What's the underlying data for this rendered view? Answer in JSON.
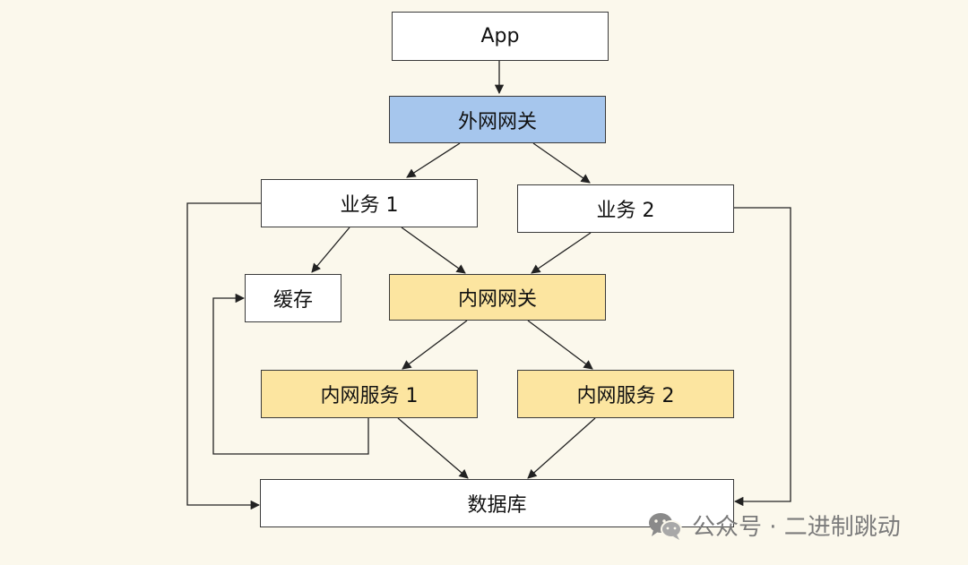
{
  "nodes": {
    "app": "App",
    "external_gateway": "外网网关",
    "service_1": "业务 1",
    "service_2": "业务 2",
    "cache": "缓存",
    "internal_gateway": "内网网关",
    "internal_service_1": "内网服务 1",
    "internal_service_2": "内网服务 2",
    "database": "数据库"
  },
  "watermark": {
    "icon": "wechat-icon",
    "text": "公众号 · 二进制跳动"
  }
}
